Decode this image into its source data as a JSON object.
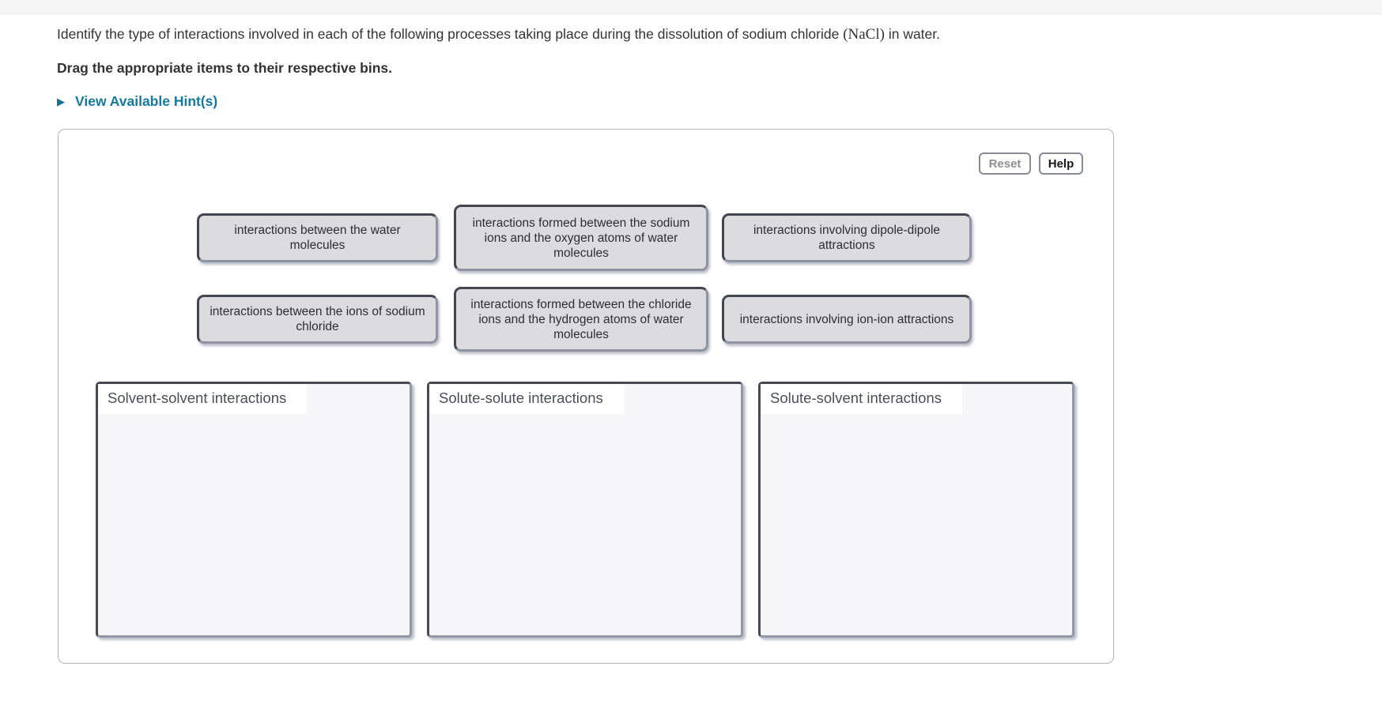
{
  "question": {
    "instruction_prefix": "Identify the type of interactions involved in each of the following processes taking place during the dissolution of sodium chloride ",
    "formula_display": "(NaCl)",
    "instruction_suffix": " in water.",
    "drag_instruction": "Drag the appropriate items to their respective bins."
  },
  "hint": {
    "label": "View Available Hint(s)",
    "expand_icon": "right-triangle-icon"
  },
  "toolbar": {
    "reset_label": "Reset",
    "help_label": "Help"
  },
  "items": [
    "interactions between the water molecules",
    "interactions formed between the sodium ions and the oxygen atoms of water molecules",
    "interactions involving dipole-dipole attractions",
    "interactions between the ions of sodium chloride",
    "interactions formed between the chloride ions and the hydrogen atoms of water molecules",
    "interactions involving ion-ion attractions"
  ],
  "bins": [
    "Solvent-solvent interactions",
    "Solute-solute interactions",
    "Solute-solvent interactions"
  ],
  "colors": {
    "link_teal": "#147a9e",
    "item_fill": "#dcdcde",
    "item_border_dark": "#434651",
    "item_border_light": "#9094a2",
    "bin_fill": "#f6f6f8",
    "panel_border": "#b5b5b5",
    "top_bar": "#f7f7f8",
    "reset_text": "#8f8f8f",
    "help_text": "#17171b"
  }
}
